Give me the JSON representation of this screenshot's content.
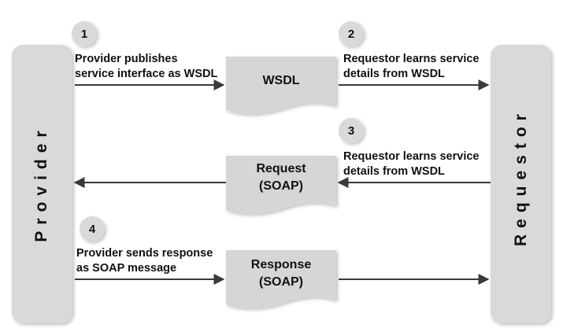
{
  "actors": {
    "provider": "Provider",
    "requestor": "Requestor"
  },
  "documents": {
    "wsdl": "WSDL",
    "request_line1": "Request",
    "request_line2": "(SOAP)",
    "response_line1": "Response",
    "response_line2": "(SOAP)"
  },
  "steps": [
    {
      "number": "1",
      "line1": "Provider publishes",
      "line2": "service interface as WSDL"
    },
    {
      "number": "2",
      "line1": "Requestor learns service",
      "line2": "details  from WSDL"
    },
    {
      "number": "3",
      "line1": "Requestor learns service",
      "line2": "details  from WSDL"
    },
    {
      "number": "4",
      "line1": "Provider sends response",
      "line2": "as SOAP message"
    }
  ],
  "colors": {
    "actor_fill": "#d9d9d9",
    "doc_fill": "#d6d6d6",
    "badge_fill": "#d9d9d9",
    "arrow": "#3a3a3a"
  }
}
